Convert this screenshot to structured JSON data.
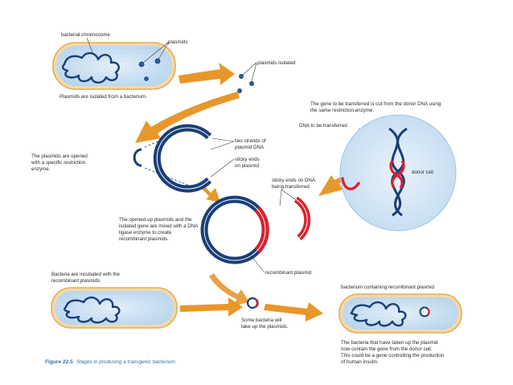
{
  "colors": {
    "cell_fill": "#cfe3f2",
    "cell_border": "#e8b86a",
    "chromosome": "#1a3f78",
    "plasmid": "#1a4f8a",
    "gene": "#d8232e",
    "arrow": "#e8972a",
    "donor_cell": "#cfe3f6",
    "caption_blue": "#2a6fa8"
  },
  "icons": {
    "arrow": "orange-arrow-icon"
  },
  "labels": {
    "bacterial_chromosome": "bacterial chromosome",
    "plasmids": "plasmids",
    "plasmids_isolated": "plasmids isolated",
    "plasmids_isolated_from": "Plasmids are isolated from a bacterium.",
    "gene_cut": [
      "The gene to be transferred is cut from the donor DNA using",
      "the same restriction enzyme."
    ],
    "dna_to_transfer": "DNA to be transferred",
    "donor_cell": "donor cell",
    "plasmids_opened": [
      "The plasmids are opened",
      "with a specific restriction",
      "enzyme."
    ],
    "two_strands": [
      "two strands of",
      "plasmid DNA"
    ],
    "sticky_plasmid": [
      "sticky ends",
      "on plasmid"
    ],
    "sticky_dna": [
      "sticky ends on DNA",
      "being transferred"
    ],
    "mixed": [
      "The opened-up plasmids and the",
      "isolated gene are mixed with a DNA",
      "ligase enzyme to create",
      "recombinant plasmids."
    ],
    "recombinant_plasmid": "recombinant plasmid",
    "incubated": [
      "Bacteria are incubated with the",
      "recombinant plasmids."
    ],
    "some_bacteria": [
      "Some bacteria will",
      "take up the plasmids."
    ],
    "bacterium_containing": "bacterium containing recombinant plasmid",
    "final": [
      "The bacteria that have taken up the plasmid",
      "now contain the gene from the donor cell.",
      "This could be a gene controlling the production",
      "of human insulin."
    ]
  },
  "caption": {
    "number": "Figure 22.5",
    "text": "Stages in producing a transgenic bacterium."
  }
}
